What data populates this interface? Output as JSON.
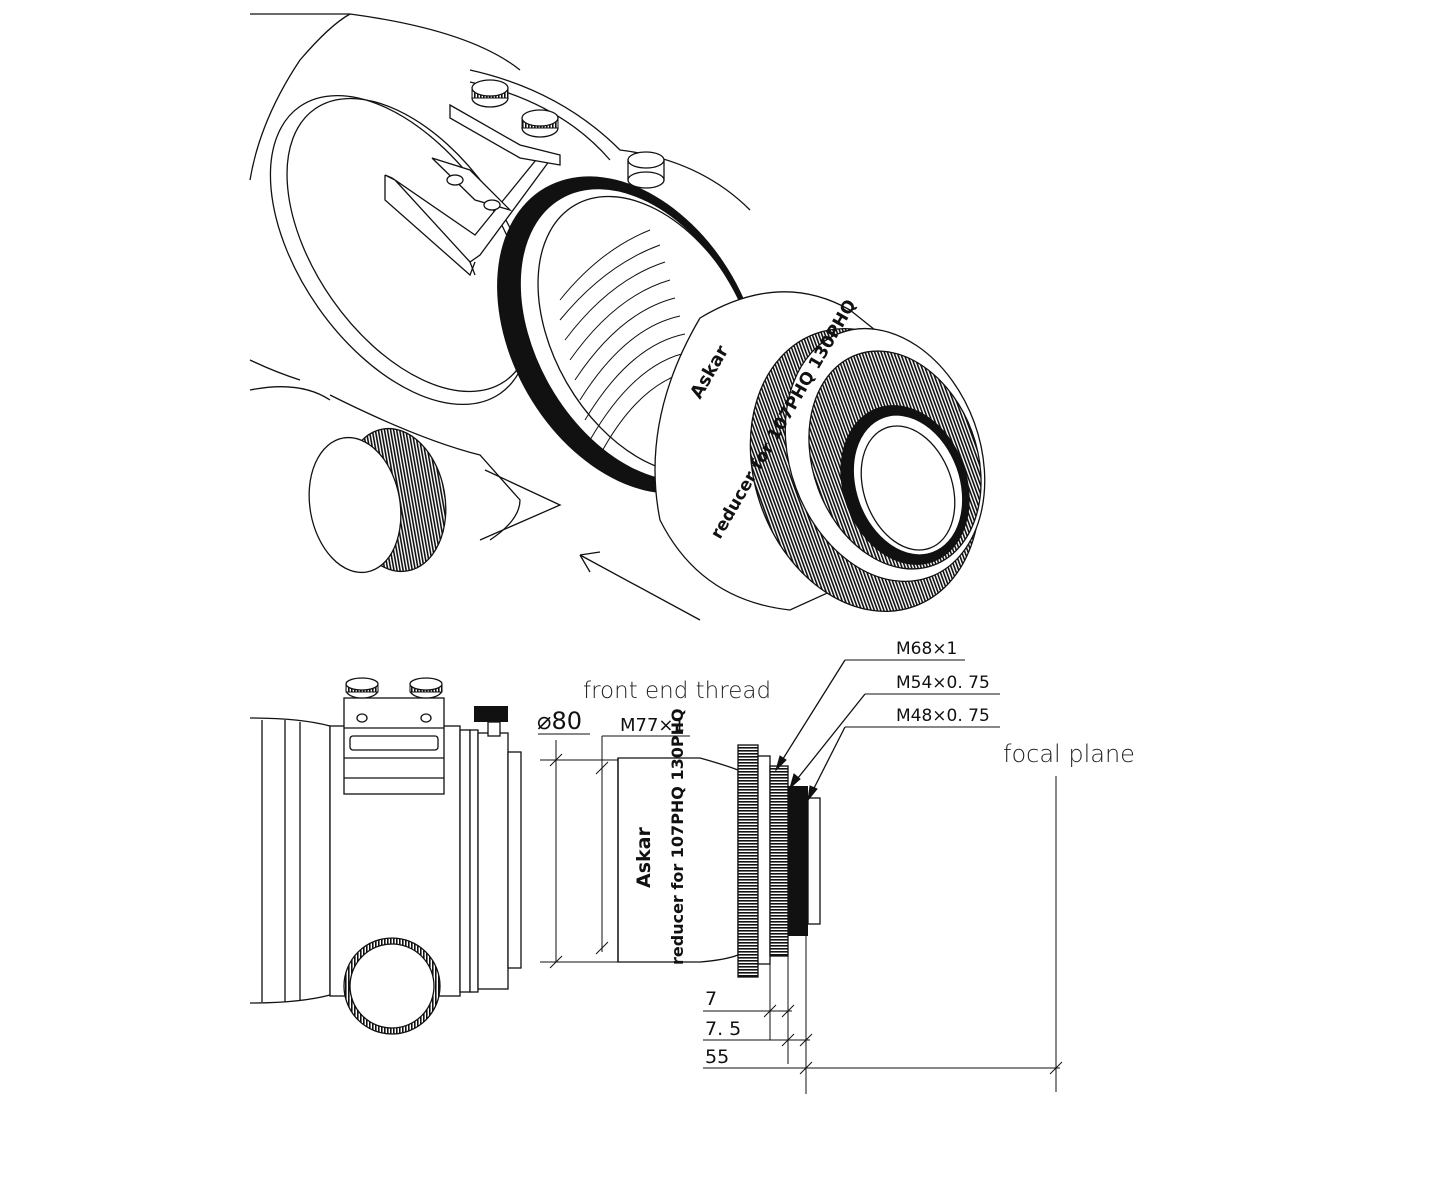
{
  "iso_view": {
    "brand_text": "Askar",
    "lens_text": "reducer for 107PHQ 130PHQ"
  },
  "side_view": {
    "brand_text": "Askar",
    "lens_text": "reducer for 107PHQ 130PHQ"
  },
  "labels": {
    "front_end_thread": "front end thread",
    "diameter": "⌀80",
    "thread_m77": "M77×1",
    "thread_m68": "M68×1",
    "thread_m54": "M54×0. 75",
    "thread_m48": "M48×0. 75",
    "focal_plane": "focal plane"
  },
  "dimensions": {
    "dim_7": "7",
    "dim_7_5": "7. 5",
    "dim_55": "55"
  }
}
